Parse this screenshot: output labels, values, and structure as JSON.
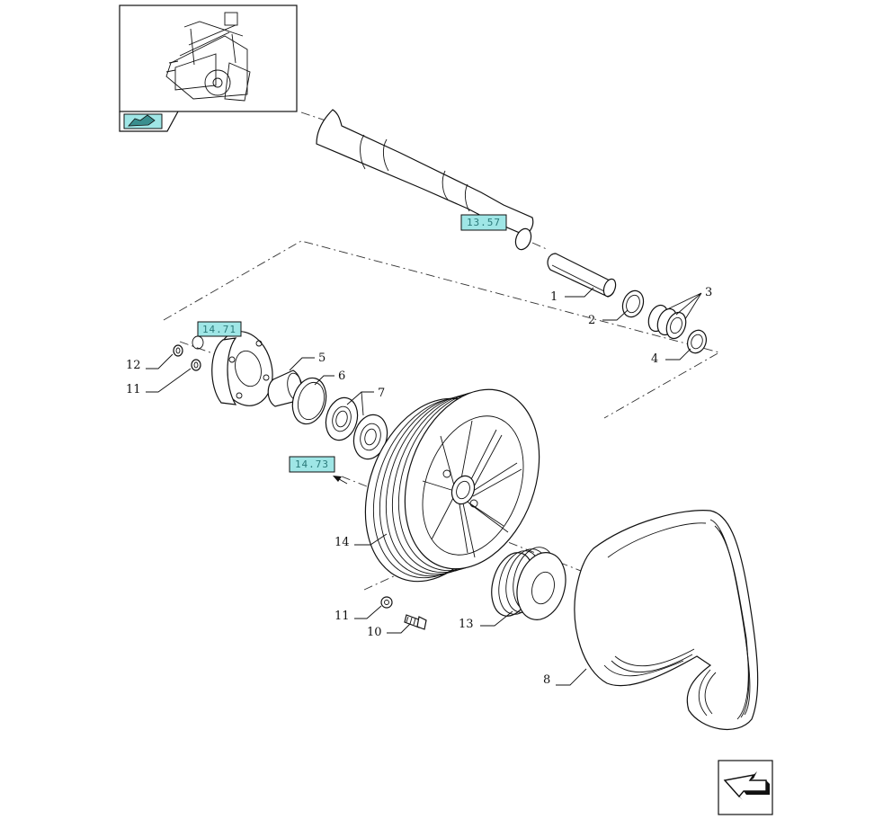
{
  "reference_tags": [
    {
      "id": "tag-shaft",
      "text": "13.57"
    },
    {
      "id": "tag-hub",
      "text": "14.71"
    },
    {
      "id": "tag-arrow",
      "text": "14.73"
    }
  ],
  "callouts": [
    {
      "id": "c1",
      "text": "1"
    },
    {
      "id": "c2",
      "text": "2"
    },
    {
      "id": "c3",
      "text": "3"
    },
    {
      "id": "c4",
      "text": "4"
    },
    {
      "id": "c5",
      "text": "5"
    },
    {
      "id": "c6",
      "text": "6"
    },
    {
      "id": "c7",
      "text": "7"
    },
    {
      "id": "c8",
      "text": "8"
    },
    {
      "id": "c10",
      "text": "10"
    },
    {
      "id": "c11a",
      "text": "11"
    },
    {
      "id": "c11b",
      "text": "11"
    },
    {
      "id": "c12",
      "text": "12"
    },
    {
      "id": "c13",
      "text": "13"
    },
    {
      "id": "c14",
      "text": "14"
    }
  ],
  "colors": {
    "tag_fill": "#9fe6e6",
    "ink": "#111111",
    "background": "#ffffff"
  },
  "icons": {
    "overview": "machine-overview-thumbnail",
    "back": "return-arrow-icon",
    "next": "next-page-arrow-icon"
  }
}
